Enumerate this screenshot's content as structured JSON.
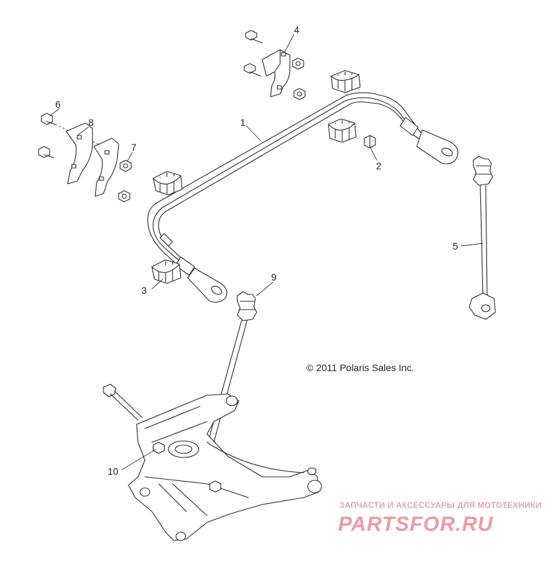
{
  "diagram": {
    "callouts": [
      {
        "id": "c1",
        "label": "1"
      },
      {
        "id": "c2",
        "label": "2"
      },
      {
        "id": "c3",
        "label": "3"
      },
      {
        "id": "c4",
        "label": "4"
      },
      {
        "id": "c5",
        "label": "5"
      },
      {
        "id": "c6",
        "label": "6"
      },
      {
        "id": "c7",
        "label": "7"
      },
      {
        "id": "c8",
        "label": "8"
      },
      {
        "id": "c9",
        "label": "9"
      },
      {
        "id": "c10",
        "label": "10"
      }
    ],
    "copyright": "© 2011 Polaris Sales Inc."
  },
  "watermark": {
    "tagline": "ЗАПЧАСТИ И АКСЕССУАРЫ ДЛЯ МОТОТЕХНИКИ",
    "logo": "PARTSFOR.RU",
    "color": "#ec9ba3"
  }
}
